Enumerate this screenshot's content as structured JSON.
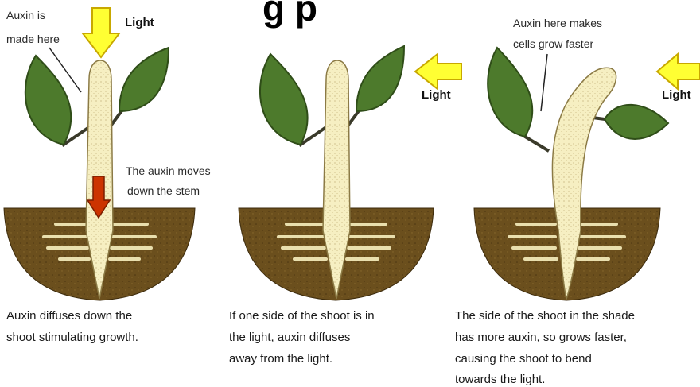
{
  "title_fragment": "g           p",
  "panel1": {
    "light_label": "Light",
    "auxin_label": [
      "Auxin is",
      "made here"
    ],
    "moves_label": [
      "The auxin moves",
      "down the stem"
    ],
    "caption": [
      "Auxin diffuses down the",
      "shoot stimulating growth."
    ]
  },
  "panel2": {
    "light_label": "Light",
    "caption": [
      "If one side of the shoot is in",
      "the light, auxin diffuses",
      "away from the light."
    ]
  },
  "panel3": {
    "light_label": "Light",
    "auxin_label": [
      "Auxin here makes",
      "cells grow faster"
    ],
    "caption": [
      "The side of the shoot in the shade",
      "has more auxin, so grows faster,",
      "causing the shoot to bend",
      "towards the light."
    ]
  },
  "colors": {
    "arrow_yellow": "#ffff33",
    "arrow_outline": "#c8a800",
    "auxin_arrow": "#cc3300",
    "soil": "#6b4f1d",
    "soil_dark": "#4a3410",
    "stem": "#f6efc2",
    "leaf": "#4d7a2c",
    "leaf_dark": "#2f4d18"
  }
}
